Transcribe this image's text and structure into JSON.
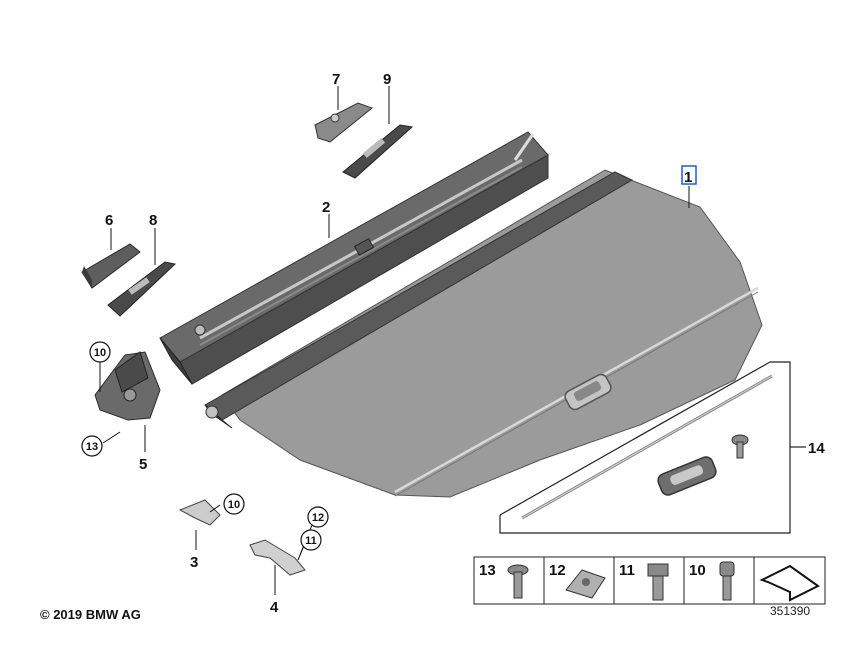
{
  "labels": {
    "p1": "1",
    "p2": "2",
    "p3": "3",
    "p4": "4",
    "p5": "5",
    "p6": "6",
    "p7": "7",
    "p8": "8",
    "p9": "9",
    "p14": "14"
  },
  "circled": {
    "c10a": "10",
    "c13": "13",
    "c10b": "10",
    "c12": "12",
    "c11": "11"
  },
  "strip": [
    "13",
    "12",
    "11",
    "10"
  ],
  "copyright": "© 2019 BMW AG",
  "doc_number": "351390",
  "colors": {
    "part_dark": "#4a4a4a",
    "part_mid": "#6d6d6d",
    "part_light": "#9a9a9a",
    "highlight_box": "#1f5fbf"
  }
}
